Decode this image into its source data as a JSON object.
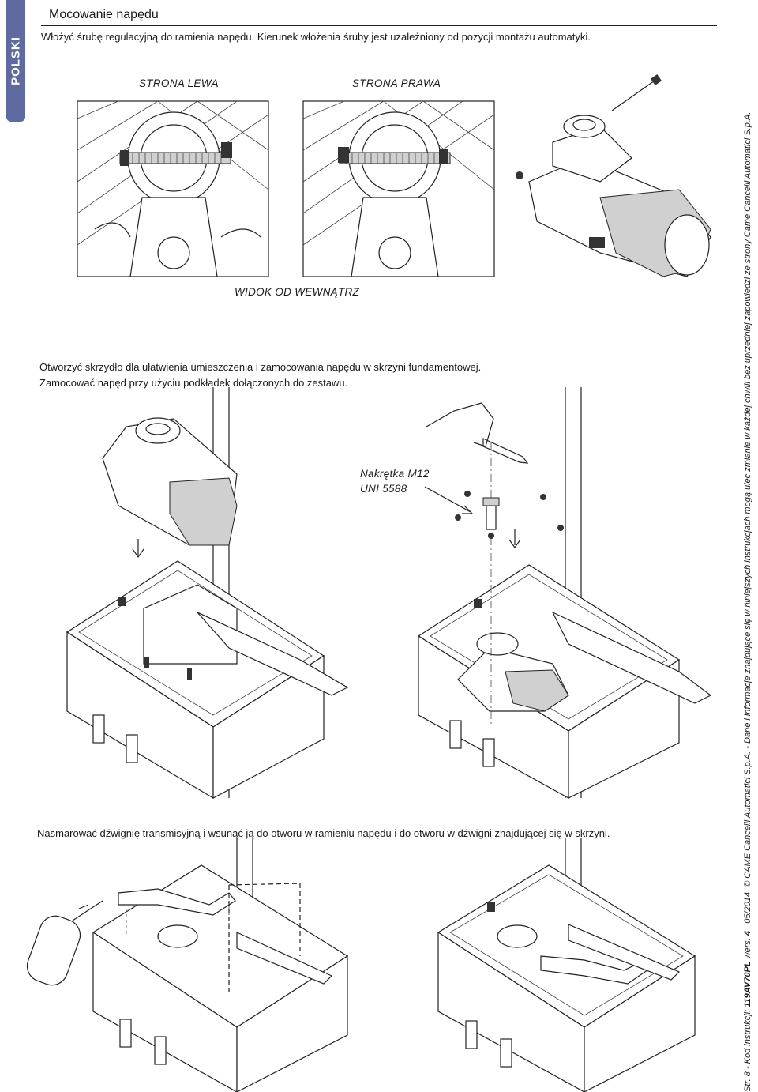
{
  "side_tab": {
    "label": "POLSKI",
    "color": "#5f6ba0"
  },
  "section_title": "Mocowanie napędu",
  "intro": "Włożyć śrubę regulacyjną do ramienia napędu. Kierunek włożenia śruby jest uzależniony od pozycji montażu automatyki.",
  "labels": {
    "left_side": "STRONA LEWA",
    "right_side": "STRONA PRAWA",
    "inside_view": "WIDOK OD WEWNĄTRZ",
    "nut_line1": "Nakrętka M12",
    "nut_line2": "UNI 5588"
  },
  "step2": {
    "line1": "Otworzyć skrzydło dla ułatwienia umieszczenia i zamocowania napędu w skrzyni fundamentowej.",
    "line2": "Zamocować napęd przy użyciu podkładek dołączonych do zestawu."
  },
  "step3": "Nasmarować dźwignię transmisyjną i wsunąć ją do otworu w ramieniu napędu i do otworu w dźwigni znajdującej się w skrzyni.",
  "footer": {
    "page": "Str. 8",
    "code_label": " - Kod instrukcji: ",
    "code": "119AV70PL",
    "version_label": " wers. ",
    "version": "4",
    "date": "05/2014",
    "copyright": "© CAME Cancelli Automatici S.p.A. - Dane i informacje znajdujące się w niniejszych instrukcjach mogą ulec zmianie w każdej chwili bez uprzedniej zapowiedzi ze strony Came Cancelli Automatici S.p.A."
  }
}
